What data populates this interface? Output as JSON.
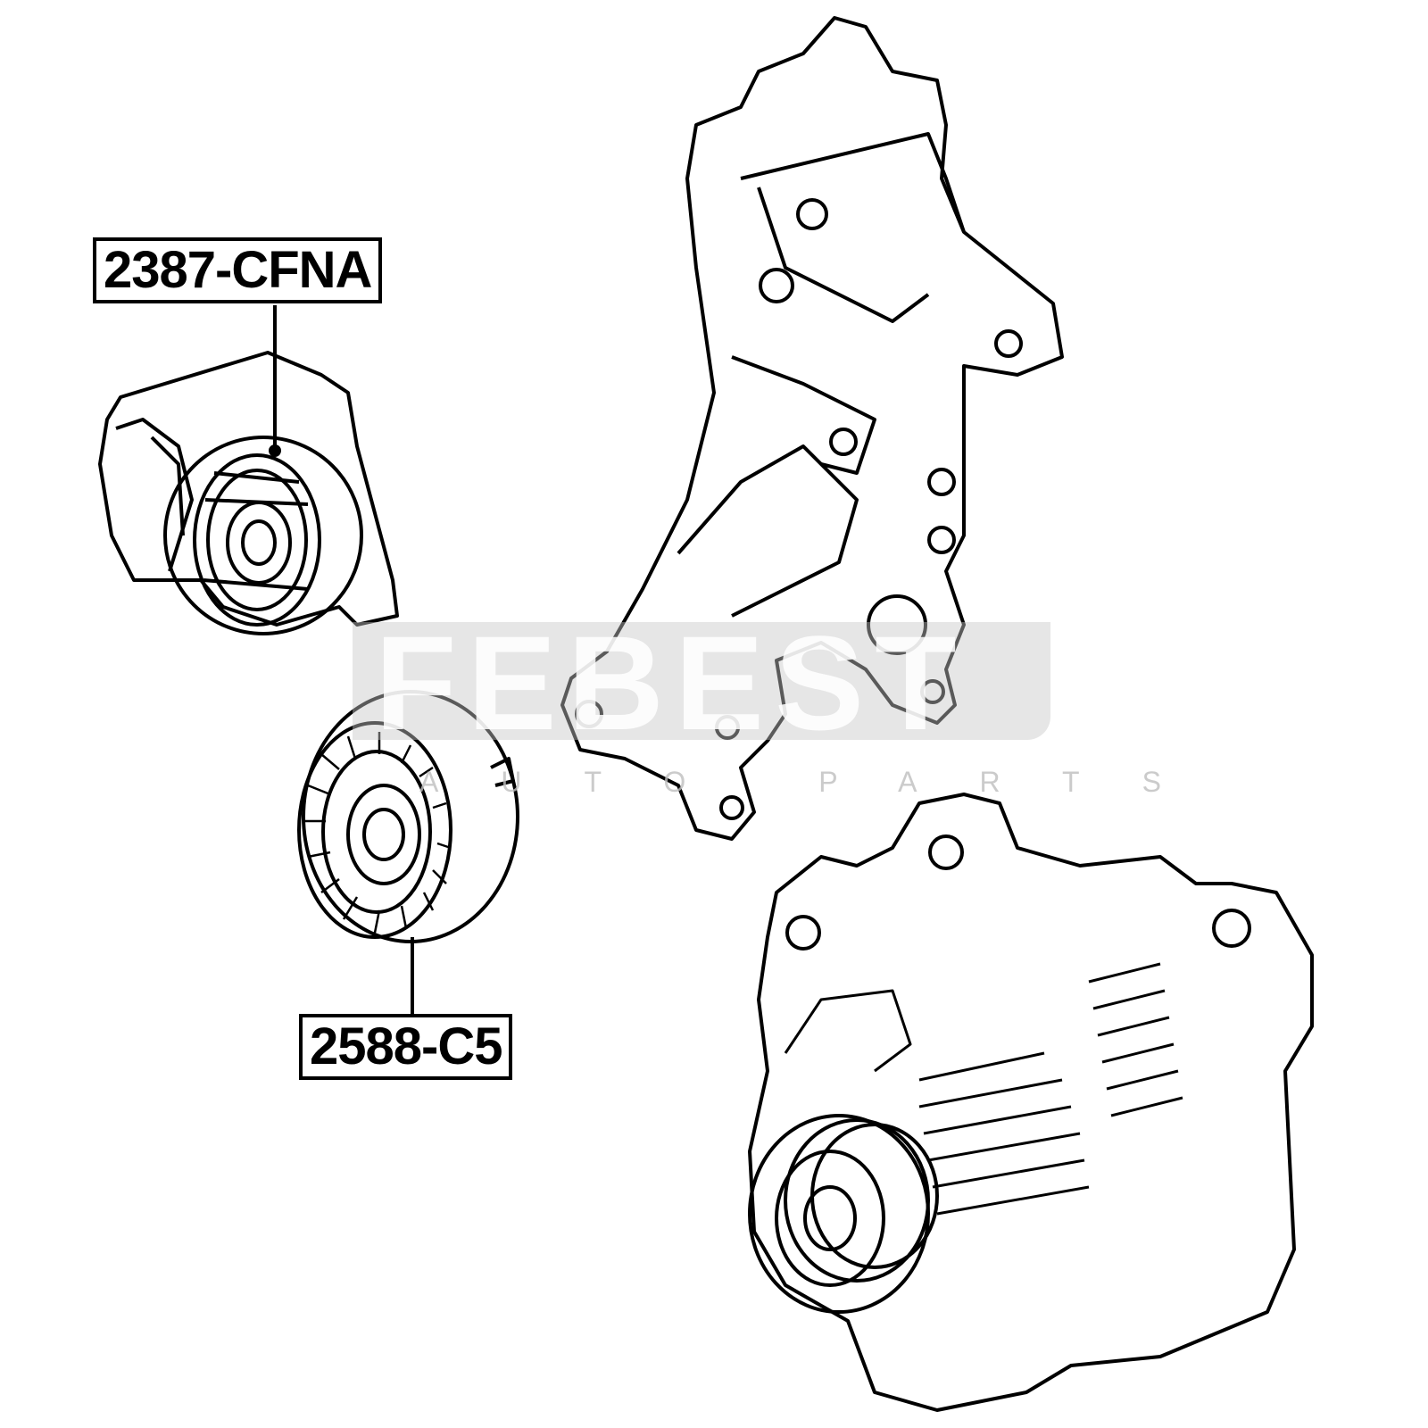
{
  "labels": {
    "tensioner": "2387-CFNA",
    "idler_pulley": "2588-C5"
  },
  "watermark": {
    "brand": "FEBEST",
    "tagline": "AUTO PARTS"
  },
  "colors": {
    "line": "#000000",
    "watermark": "#c8c8c8"
  }
}
